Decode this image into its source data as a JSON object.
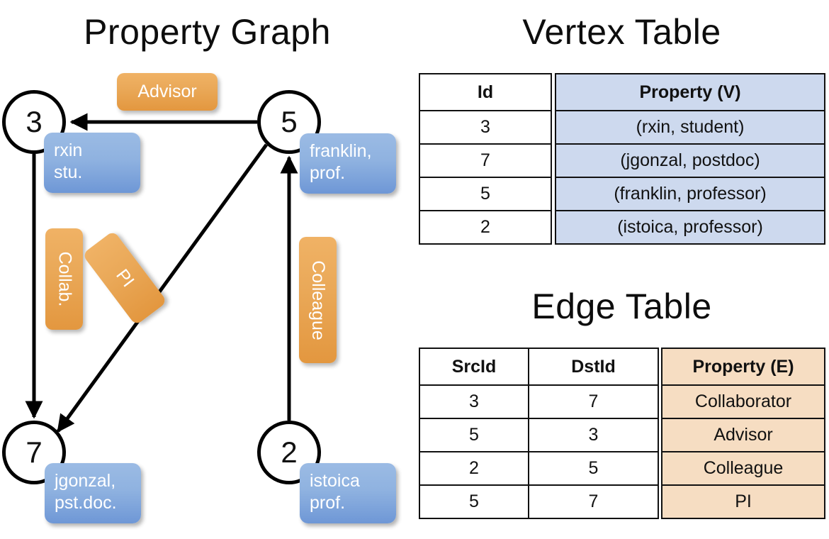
{
  "titles": {
    "graph": "Property Graph",
    "vertex_table": "Vertex Table",
    "edge_table": "Edge Table"
  },
  "graph": {
    "nodes": [
      {
        "id": "3",
        "property_line1": "rxin",
        "property_line2": "stu."
      },
      {
        "id": "5",
        "property_line1": "franklin,",
        "property_line2": "prof."
      },
      {
        "id": "7",
        "property_line1": "jgonzal,",
        "property_line2": "pst.doc."
      },
      {
        "id": "2",
        "property_line1": "istoica",
        "property_line2": "prof."
      }
    ],
    "edge_labels": {
      "advisor": "Advisor",
      "collab": "Collab.",
      "pi": "PI",
      "colleague": "Colleague"
    }
  },
  "vertex_table": {
    "headers": [
      "Id",
      "Property (V)"
    ],
    "rows": [
      {
        "id": "3",
        "property": "(rxin, student)"
      },
      {
        "id": "7",
        "property": "(jgonzal, postdoc)"
      },
      {
        "id": "5",
        "property": "(franklin, professor)"
      },
      {
        "id": "2",
        "property": "(istoica, professor)"
      }
    ]
  },
  "edge_table": {
    "headers": [
      "SrcId",
      "DstId",
      "Property (E)"
    ],
    "rows": [
      {
        "src": "3",
        "dst": "7",
        "property": "Collaborator"
      },
      {
        "src": "5",
        "dst": "3",
        "property": "Advisor"
      },
      {
        "src": "2",
        "dst": "5",
        "property": "Colleague"
      },
      {
        "src": "5",
        "dst": "7",
        "property": "PI"
      }
    ]
  },
  "colors": {
    "vertex_property_fill": "#cdd9ee",
    "edge_property_fill": "#f6ddc2",
    "node_box_fill": "#8fb2e0",
    "edge_label_fill": "#eaa959",
    "stroke": "#111111"
  }
}
